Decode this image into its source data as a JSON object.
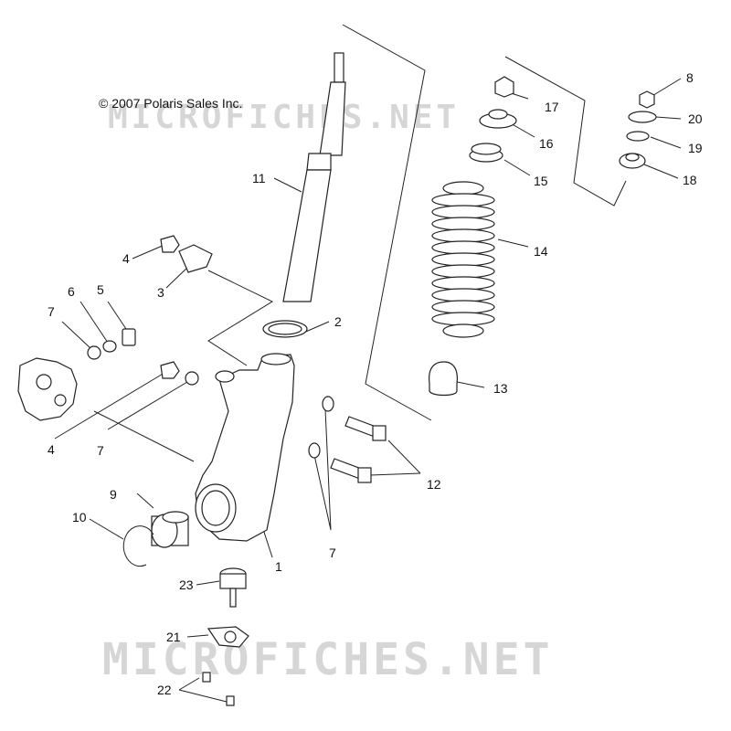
{
  "copyright": "© 2007 Polaris Sales Inc.",
  "watermark": "MICROFICHES.NET",
  "callouts": [
    "1",
    "2",
    "3",
    "4",
    "4",
    "5",
    "6",
    "7",
    "7",
    "7",
    "8",
    "9",
    "10",
    "11",
    "12",
    "13",
    "14",
    "15",
    "16",
    "17",
    "18",
    "19",
    "20",
    "21",
    "22",
    "23"
  ]
}
